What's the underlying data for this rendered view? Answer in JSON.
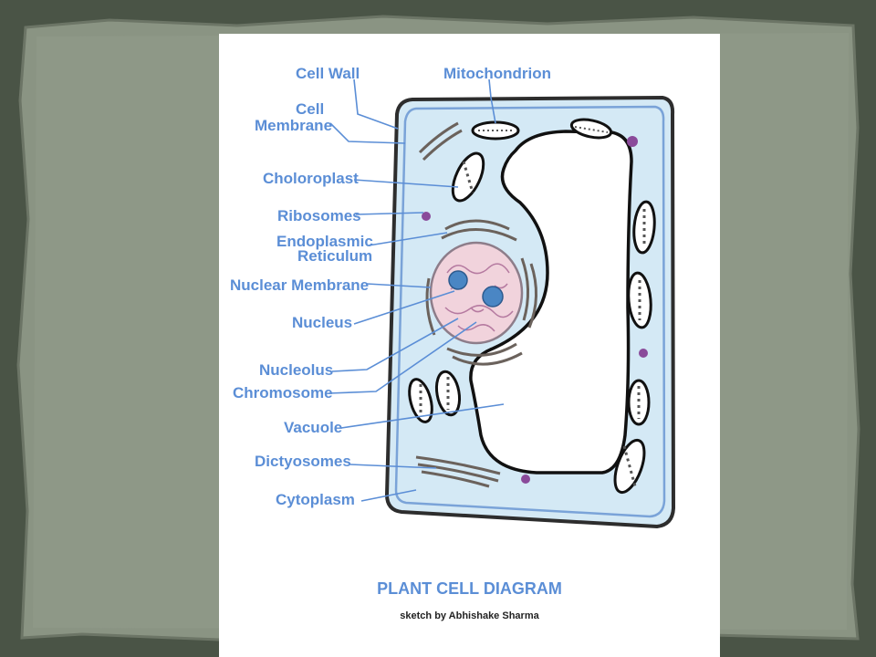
{
  "diagram": {
    "title": "PLANT CELL DIAGRAM",
    "credit": "sketch by Abhishake Sharma",
    "label_color": "#5b8ed6",
    "labels": {
      "cell_wall": "Cell Wall",
      "mitochondrion": "Mitochondrion",
      "cell_membrane_1": "Cell",
      "cell_membrane_2": "Membrane",
      "chloroplast": "Choloroplast",
      "ribosomes": "Ribosomes",
      "er_1": "Endoplasmic",
      "er_2": "Reticulum",
      "nuclear_membrane": "Nuclear Membrane",
      "nucleus": "Nucleus",
      "nucleolus": "Nucleolus",
      "chromosome": "Chromosome",
      "vacuole": "Vacuole",
      "dictyosomes": "Dictyosomes",
      "cytoplasm": "Cytoplasm"
    }
  }
}
